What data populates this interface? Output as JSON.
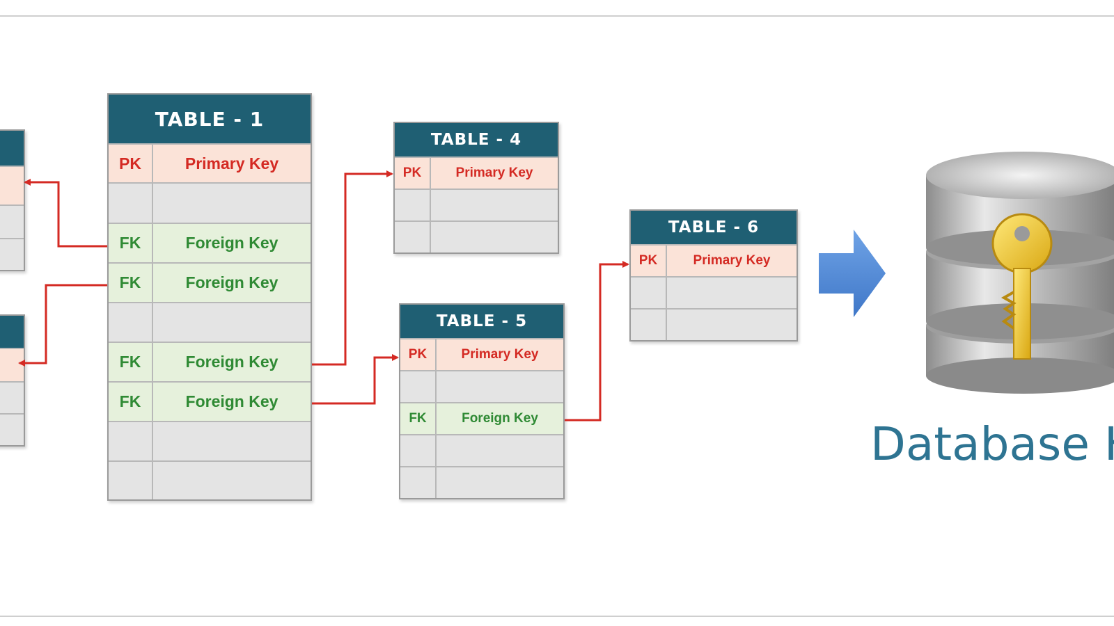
{
  "tables": [
    {
      "title": "",
      "partial": true,
      "rows": [
        {
          "type": "pk",
          "abbr": "",
          "label": ""
        },
        {
          "type": "empty",
          "abbr": "",
          "label": ""
        },
        {
          "type": "empty",
          "abbr": "",
          "label": ""
        }
      ]
    },
    {
      "title": "",
      "partial": true,
      "rows": [
        {
          "type": "pk",
          "abbr": "",
          "label": ""
        },
        {
          "type": "empty",
          "abbr": "",
          "label": ""
        },
        {
          "type": "empty",
          "abbr": "",
          "label": ""
        }
      ]
    },
    {
      "title": "TABLE  -  1",
      "rows": [
        {
          "type": "pk",
          "abbr": "PK",
          "label": "Primary Key"
        },
        {
          "type": "empty",
          "abbr": "",
          "label": ""
        },
        {
          "type": "fk",
          "abbr": "FK",
          "label": "Foreign Key"
        },
        {
          "type": "fk",
          "abbr": "FK",
          "label": "Foreign Key"
        },
        {
          "type": "empty",
          "abbr": "",
          "label": ""
        },
        {
          "type": "fk",
          "abbr": "FK",
          "label": "Foreign Key"
        },
        {
          "type": "fk",
          "abbr": "FK",
          "label": "Foreign Key"
        },
        {
          "type": "empty",
          "abbr": "",
          "label": ""
        },
        {
          "type": "empty",
          "abbr": "",
          "label": ""
        }
      ]
    },
    {
      "title": "TABLE  -  4",
      "rows": [
        {
          "type": "pk",
          "abbr": "PK",
          "label": "Primary Key"
        },
        {
          "type": "empty",
          "abbr": "",
          "label": ""
        },
        {
          "type": "empty",
          "abbr": "",
          "label": ""
        }
      ]
    },
    {
      "title": "TABLE  -  5",
      "rows": [
        {
          "type": "pk",
          "abbr": "PK",
          "label": "Primary Key"
        },
        {
          "type": "empty",
          "abbr": "",
          "label": ""
        },
        {
          "type": "fk",
          "abbr": "FK",
          "label": "Foreign Key"
        },
        {
          "type": "empty",
          "abbr": "",
          "label": ""
        },
        {
          "type": "empty",
          "abbr": "",
          "label": ""
        }
      ]
    },
    {
      "title": "TABLE  -  6",
      "rows": [
        {
          "type": "pk",
          "abbr": "PK",
          "label": "Primary Key"
        },
        {
          "type": "empty",
          "abbr": "",
          "label": ""
        },
        {
          "type": "empty",
          "abbr": "",
          "label": ""
        }
      ]
    }
  ],
  "caption": "Database K",
  "icons": {
    "arrow": "right-arrow-icon",
    "database": "database-key-icon"
  },
  "colors": {
    "header": "#1f5f73",
    "primary_key_text": "#d42a23",
    "primary_key_fill": "#fbe3d8",
    "foreign_key_text": "#2f8a34",
    "foreign_key_fill": "#e6f1dc",
    "empty_fill": "#e4e4e4",
    "connector": "#d42a23",
    "arrow": "#4a86d4",
    "caption": "#2e7492"
  }
}
